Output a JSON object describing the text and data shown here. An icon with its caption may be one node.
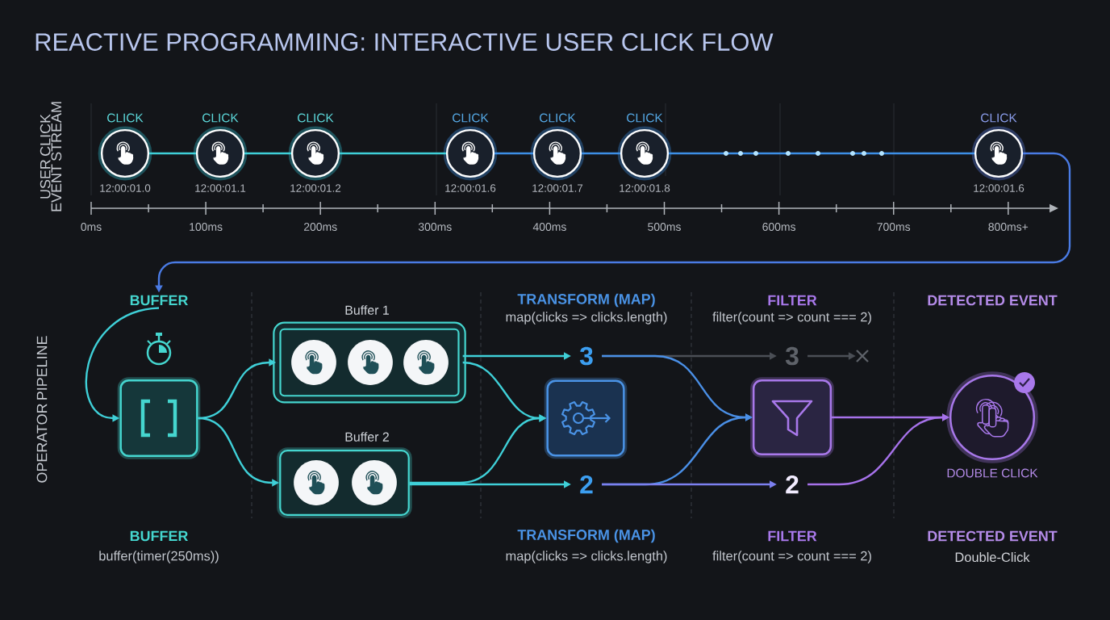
{
  "diagram": {
    "title": "REACTIVE PROGRAMMING: INTERACTIVE USER CLICK FLOW",
    "nodes": [
      {
        "text": [
          "CLICK"
        ],
        "beside": [
          "12:00:01.0"
        ]
      },
      {
        "text": [
          "CLICK"
        ],
        "beside": [
          "12:00:01.1"
        ]
      },
      {
        "text": [
          "CLICK"
        ],
        "beside": [
          "12:00:01.2"
        ]
      },
      {
        "text": [
          "CLICK"
        ],
        "beside": [
          "12:00:01.6"
        ]
      },
      {
        "text": [
          "CLICK"
        ],
        "beside": [
          "12:00:01.7"
        ]
      },
      {
        "text": [
          "CLICK"
        ],
        "beside": [
          "12:00:01.8"
        ]
      },
      {
        "text": [
          "CLICK"
        ],
        "beside": [
          "12:00:01.6"
        ]
      },
      {
        "text": [
          "BUFFER"
        ]
      },
      {
        "text": [],
        "shape": "box"
      },
      {
        "text": [
          "Buffer 1"
        ]
      },
      {
        "text": [],
        "shape": "circle",
        "in": 9
      },
      {
        "text": [],
        "shape": "circle",
        "in": 9
      },
      {
        "text": [],
        "shape": "circle",
        "in": 9
      },
      {
        "text": [
          "Buffer 2"
        ]
      },
      {
        "text": [],
        "shape": "circle",
        "in": 13
      },
      {
        "text": [],
        "shape": "circle",
        "in": 13
      },
      {
        "text": [
          "3"
        ]
      },
      {
        "text": [],
        "shape": "box"
      },
      {
        "text": [
          "2"
        ]
      },
      {
        "text": [
          "3"
        ]
      },
      {
        "text": [],
        "shape": "cross"
      },
      {
        "text": [],
        "shape": "box"
      },
      {
        "text": [
          "2"
        ]
      },
      {
        "text": [
          "DOUBLE CLICK"
        ]
      }
    ],
    "edges": [
      {
        "from": 0,
        "to": 1,
        "arrow": "none",
        "color": "#3fd0d8"
      },
      {
        "from": 1,
        "to": 2,
        "arrow": "none",
        "color": "#3fd0d8"
      },
      {
        "from": 2,
        "to": 3,
        "arrow": "none",
        "color": "#3fd0d8"
      },
      {
        "from": 3,
        "to": 4,
        "arrow": "none",
        "color": "#3d8fe6"
      },
      {
        "from": 4,
        "to": 5,
        "arrow": "none",
        "color": "#3d8fe6"
      },
      {
        "from": 5,
        "to": 6,
        "arrow": "none",
        "color": "#3d8fe6"
      },
      {
        "from": 6,
        "to": 7,
        "arrow": "to",
        "color": "#4a7be4"
      },
      {
        "from": 7,
        "to": 8,
        "arrow": "to",
        "color": "#3fd0d8"
      },
      {
        "from": 8,
        "to": 9,
        "arrow": "to",
        "color": "#3fd0d8"
      },
      {
        "from": 8,
        "to": 13,
        "arrow": "to",
        "color": "#3fd0d8"
      },
      {
        "from": 9,
        "to": 16,
        "arrow": "to",
        "color": "#3fd0d8"
      },
      {
        "from": 9,
        "to": 17,
        "arrow": "to",
        "color": "#3fd0d8"
      },
      {
        "from": 13,
        "to": 18,
        "arrow": "to",
        "color": "#3fd0d8"
      },
      {
        "from": 13,
        "to": 17,
        "arrow": "to",
        "color": "#3fd0d8"
      },
      {
        "from": 16,
        "to": 21,
        "arrow": "to",
        "color": "#4a8fe6"
      },
      {
        "from": 18,
        "to": 21,
        "arrow": "to",
        "color": "#4a8fe6"
      },
      {
        "from": 16,
        "to": 19,
        "arrow": "to",
        "color": "#4b4f56"
      },
      {
        "from": 19,
        "to": 20,
        "arrow": "to",
        "color": "#4b4f56"
      },
      {
        "from": 18,
        "to": 22,
        "arrow": "to",
        "color": "#7c80f0"
      },
      {
        "from": 21,
        "to": 23,
        "arrow": "to",
        "color": "#a672ea"
      },
      {
        "from": 22,
        "to": 23,
        "arrow": "to",
        "color": "#a672ea"
      }
    ],
    "labels": [
      "USER CLICK EVENT STREAM",
      "0ms",
      "100ms",
      "200ms",
      "300ms",
      "400ms",
      "500ms",
      "600ms",
      "700ms",
      "800ms+",
      "OPERATOR PIPELINE",
      "TRANSFORM (MAP)",
      "map(clicks => clicks.length)",
      "FILTER",
      "filter(count => count === 2)",
      "DETECTED EVENT",
      "BUFFER",
      "buffer(timer(250ms))",
      "TRANSFORM (MAP)",
      "map(clicks => clicks.length)",
      "FILTER",
      "filter(count => count === 2)",
      "DETECTED EVENT",
      "Double-Click"
    ]
  }
}
